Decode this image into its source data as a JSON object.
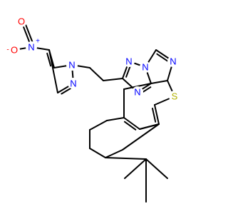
{
  "structure": {
    "colors": {
      "carbon": "#000000",
      "nitrogen": "#0000ff",
      "oxygen": "#ff0000",
      "sulfur": "#b2b200",
      "background": "#ffffff"
    },
    "atoms": {
      "o_minus": {
        "text": "O",
        "element": "O"
      },
      "o_double": {
        "text": "O",
        "element": "O"
      },
      "n_nitro": {
        "text": "N",
        "element": "N"
      },
      "n_pyrazole_1": {
        "text": "N",
        "element": "N"
      },
      "n_pyrazole_2": {
        "text": "N",
        "element": "N"
      },
      "n_triazole_1": {
        "text": "N",
        "element": "N"
      },
      "n_triazole_2": {
        "text": "N",
        "element": "N"
      },
      "n_triazole_3": {
        "text": "N",
        "element": "N"
      },
      "n_pyrimidine": {
        "text": "N",
        "element": "N"
      },
      "s_thiophene": {
        "text": "S",
        "element": "S"
      }
    },
    "charges": {
      "o_minus": "-",
      "n_nitro": "+"
    }
  }
}
